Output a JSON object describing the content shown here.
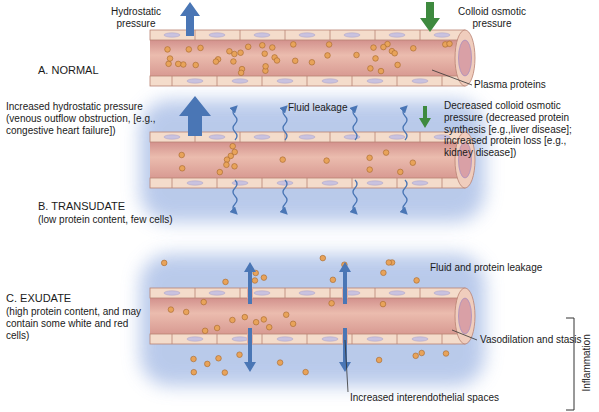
{
  "diagram": {
    "labels": [
      "Hydrostatic pressure",
      "Colloid osmotic pressure",
      "A. NORMAL",
      "Plasma proteins",
      "Increased hydrostatic pressure (venous outflow obstruction, [e.g., congestive heart failure])",
      "Fluid leakage",
      "Decreased colloid osmotic pressure (decreased protein synthesis [e.g.,liver disease]; increased protein loss [e.g., kidney disease])",
      "B. TRANSUDATE",
      "(low protein content, few cells)",
      "Fluid and protein leakage",
      "C. EXUDATE",
      "(high protein content, and may contain some white and red cells)",
      "Vasodilation and stasis",
      "Increased interendothelial spaces",
      "Inflammation"
    ]
  }
}
